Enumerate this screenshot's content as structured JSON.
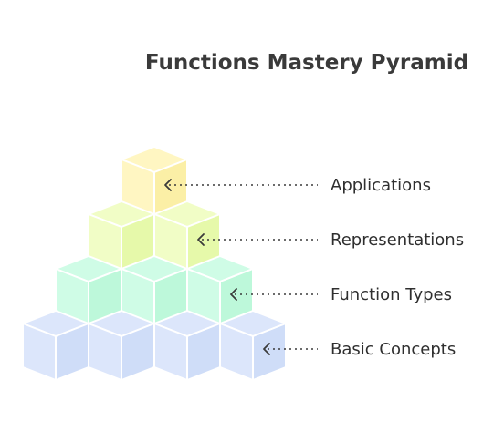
{
  "title": "Functions Mastery Pyramid",
  "tiers": [
    {
      "label": "Applications",
      "cubes": 1,
      "color": "#FFF6C2",
      "side": "#FBEFA6"
    },
    {
      "label": "Representations",
      "cubes": 2,
      "color": "#F1FDC6",
      "side": "#E6F9AA"
    },
    {
      "label": "Function Types",
      "cubes": 3,
      "color": "#CFFCE6",
      "side": "#BDF8DA"
    },
    {
      "label": "Basic Concepts",
      "cubes": 4,
      "color": "#DCE6FB",
      "side": "#CFDDF8"
    }
  ]
}
